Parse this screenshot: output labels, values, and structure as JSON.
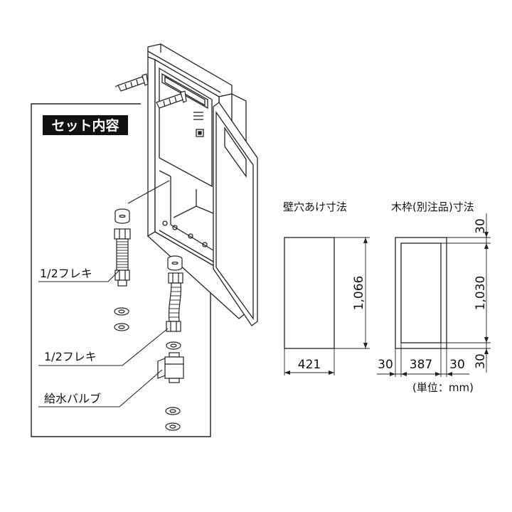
{
  "set_contents": {
    "title": "セット内容",
    "labels": {
      "flex_hose_1": "1/2フレキ",
      "flex_hose_2": "1/2フレキ",
      "supply_valve": "給水バルブ"
    }
  },
  "wall_opening": {
    "title": "壁穴あけ寸法",
    "height": "1,066",
    "width": "421"
  },
  "wood_frame": {
    "title": "木枠(別注品)寸法",
    "top_margin": "30",
    "inner_height": "1,030",
    "bottom_margin": "30",
    "left_margin": "30",
    "inner_width": "387",
    "right_margin": "30"
  },
  "unit_note": "(単位：mm)"
}
